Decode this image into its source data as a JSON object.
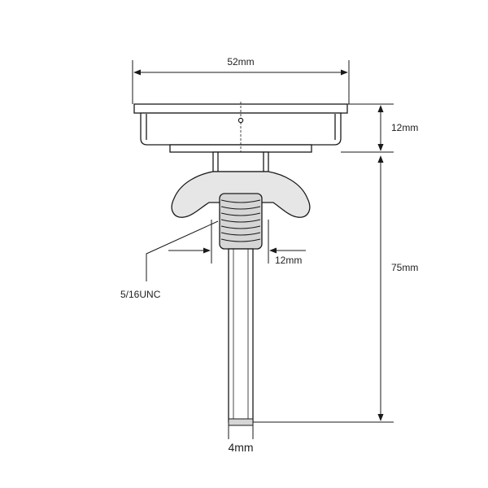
{
  "dimensions": {
    "top_width": "52mm",
    "cap_height": "12mm",
    "thread_width": "12mm",
    "stem_length": "75mm",
    "stem_diameter": "4mm"
  },
  "thread_spec": "5/16UNC",
  "colors": {
    "line": "#1a1a1a",
    "fill": "#ffffff",
    "thread_shade": "#d6d6d6",
    "wingnut_shade": "#e6e6e6"
  }
}
